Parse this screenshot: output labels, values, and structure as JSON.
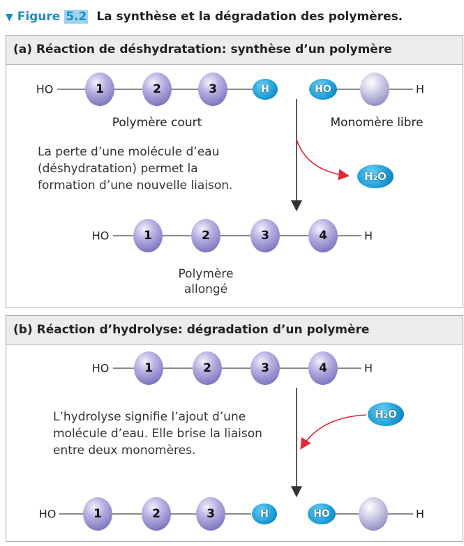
{
  "title": {
    "triangle": "▼",
    "figure": "Figure",
    "number_a": "5.",
    "number_b": "2",
    "caption": "La synthèse et la dégradation des polymères."
  },
  "panel_a": {
    "header": "(a) Réaction de déshydratation: synthèse d’un polymère",
    "ho": "HO",
    "h": "H",
    "monomers": [
      "1",
      "2",
      "3",
      "4"
    ],
    "h_blue": "H",
    "ho_blue": "HO",
    "label_short": "Polymère court",
    "label_free": "Monomère libre",
    "text": [
      "La perte d’une molécule d’eau",
      "(déshydratation) permet la",
      "formation d’une nouvelle liaison."
    ],
    "water": "H₂O",
    "label_long": [
      "Polymère",
      "allongé"
    ]
  },
  "panel_b": {
    "header": "(b) Réaction d’hydrolyse: dégradation d’un polymère",
    "ho": "HO",
    "h": "H",
    "monomers": [
      "1",
      "2",
      "3",
      "4"
    ],
    "h_blue": "H",
    "ho_blue": "HO",
    "text": [
      "L’hydrolyse signifie l’ajout d’une",
      "molécule d’eau. Elle brise la liaison",
      "entre deux monomères."
    ],
    "water": "H₂O"
  },
  "colors": {
    "accent": "#1c8fc4",
    "arrow_red": "#e0283c",
    "monomer": "#9e97d6"
  }
}
